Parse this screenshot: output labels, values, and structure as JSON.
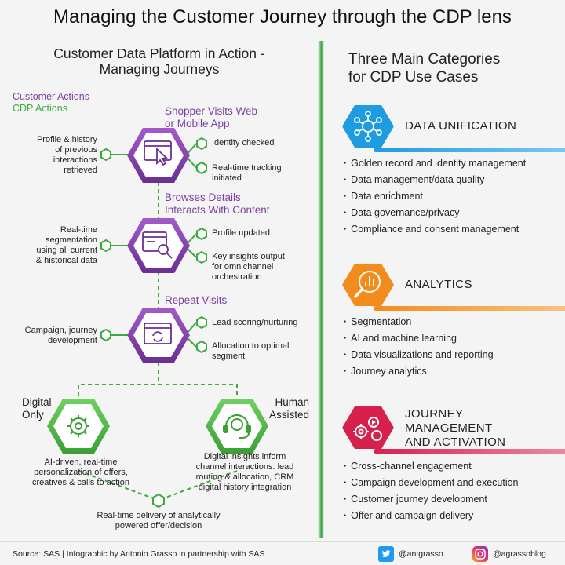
{
  "title": "Managing the Customer Journey through the CDP lens",
  "left": {
    "heading_line1": "Customer Data Platform in Action -",
    "heading_line2": "Managing Journeys",
    "legend": {
      "customer": "Customer Actions",
      "cdp": "CDP Actions"
    },
    "steps": [
      {
        "title_line1": "Shopper Visits Web",
        "title_line2": "or Mobile App",
        "left_desc": [
          "Profile & history",
          "of previous",
          "interactions",
          "retrieved"
        ],
        "right_top": [
          "Identity checked"
        ],
        "right_bottom": [
          "Real-time tracking",
          "initiated"
        ]
      },
      {
        "title_line1": "Browses Details",
        "title_line2": "Interacts With Content",
        "left_desc": [
          "Real-time",
          "segmentation",
          "using all current",
          "& historical data"
        ],
        "right_top": [
          "Profile updated"
        ],
        "right_bottom": [
          "Key insights output",
          "for omnichannel",
          "orchestration"
        ]
      },
      {
        "title_line1": "Repeat Visits",
        "left_desc": [
          "Campaign, journey",
          "development"
        ],
        "right_top": [
          "Lead scoring/nurturing"
        ],
        "right_bottom": [
          "Allocation to optimal",
          "segment"
        ]
      }
    ],
    "digital": {
      "label_line1": "Digital",
      "label_line2": "Only",
      "desc": [
        "AI-driven, real-time",
        "personalization of offers,",
        "creatives & calls to action"
      ]
    },
    "human": {
      "label_line1": "Human",
      "label_line2": "Assisted",
      "desc": [
        "Digital insights inform",
        "channel interactions: lead",
        "routing & allocation, CRM",
        "digital history integration"
      ]
    },
    "final": [
      "Real-time delivery of analytically",
      "powered offer/decision"
    ]
  },
  "right": {
    "heading_line1": "Three Main Categories",
    "heading_line2": "for CDP Use Cases",
    "categories": [
      {
        "label": [
          "DATA UNIFICATION"
        ],
        "color": "#1f9be0",
        "icon": "network-hexagon-icon",
        "items": [
          "Golden record and identity management",
          "Data management/data quality",
          "Data enrichment",
          "Data governance/privacy",
          "Compliance and consent management"
        ]
      },
      {
        "label": [
          "ANALYTICS"
        ],
        "color": "#f28c1c",
        "icon": "magnifier-chart-icon",
        "items": [
          "Segmentation",
          "AI and machine learning",
          "Data visualizations and reporting",
          "Journey analytics"
        ]
      },
      {
        "label": [
          "JOURNEY",
          "MANAGEMENT",
          "AND ACTIVATION"
        ],
        "color": "#d6204e",
        "icon": "gears-play-icon",
        "items": [
          "Cross-channel engagement",
          "Campaign development and execution",
          "Customer journey development",
          "Offer and campaign delivery"
        ]
      }
    ]
  },
  "footer": {
    "source": "Source: SAS | Infographic by Antonio Grasso in partnership with SAS",
    "twitter": "@antgrasso",
    "instagram": "@agrassoblog"
  }
}
